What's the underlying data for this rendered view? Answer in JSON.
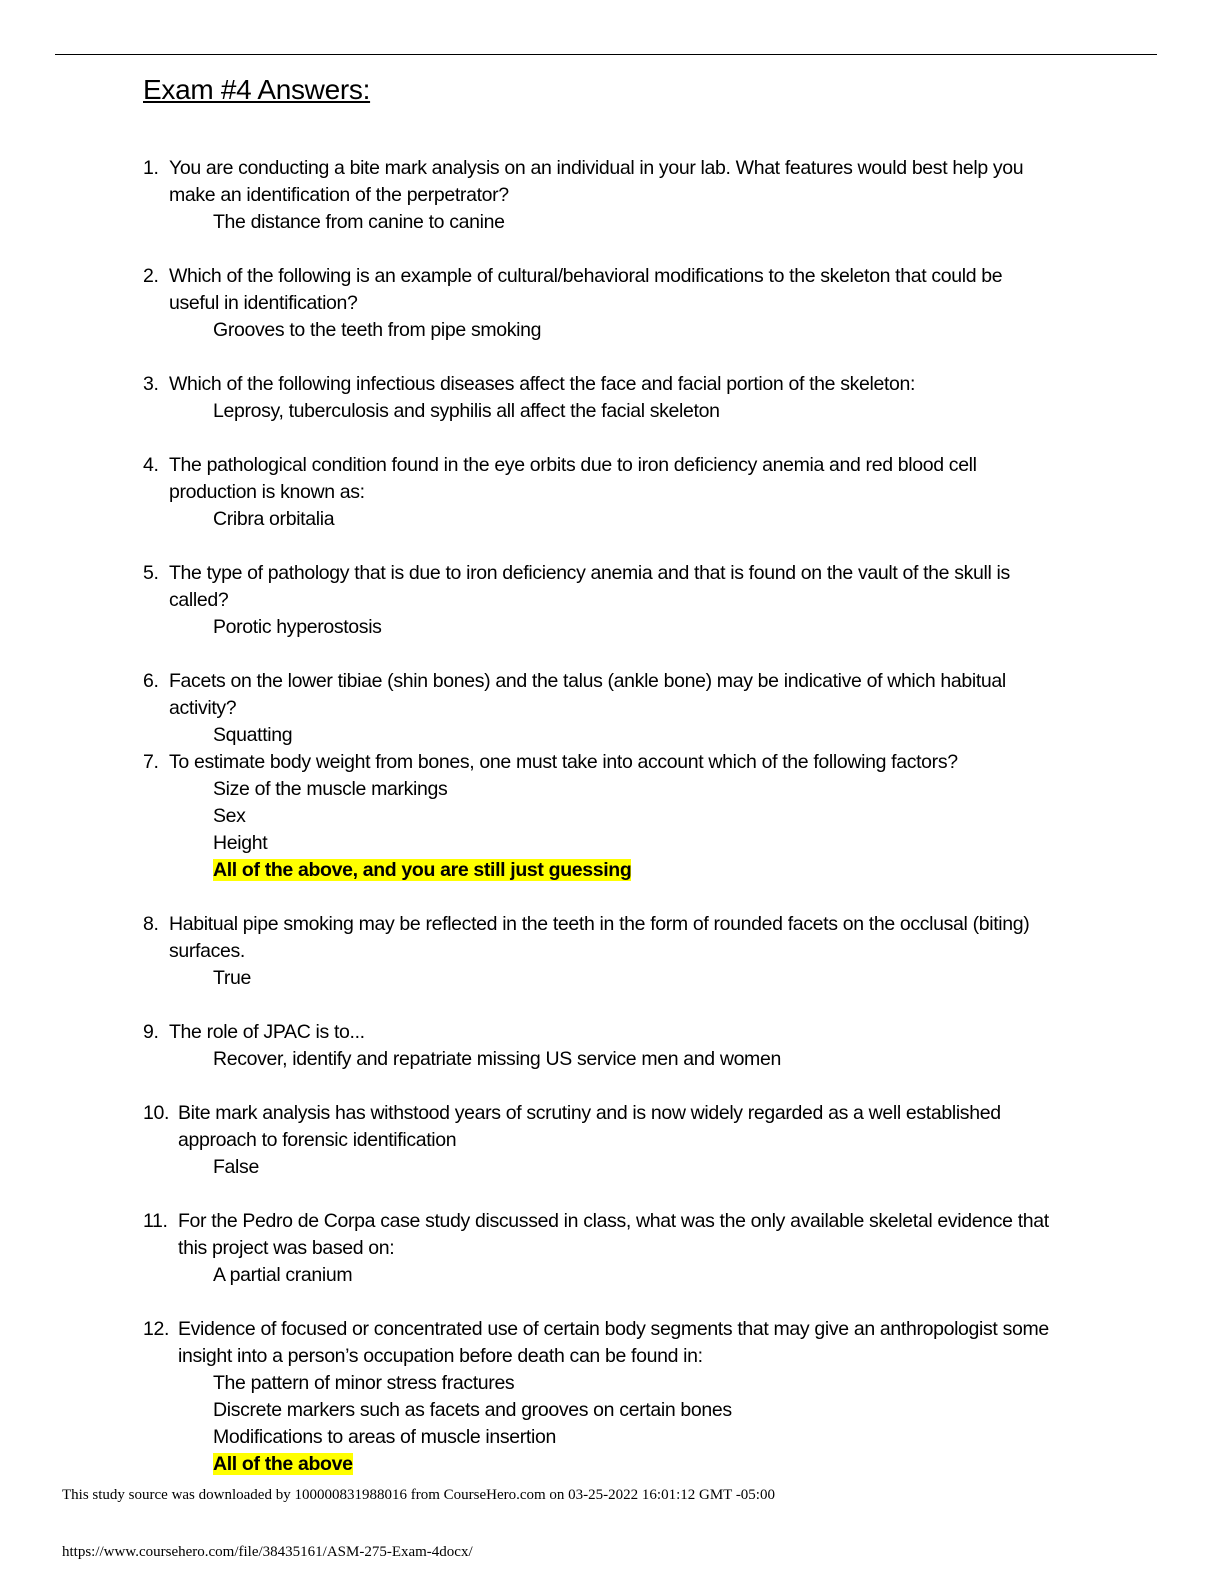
{
  "title": "Exam #4 Answers:",
  "questions": [
    {
      "num": "1.",
      "lines": [
        "You are conducting a bite mark analysis on an individual in your lab. What features would best help you",
        "make an identification of the perpetrator?"
      ],
      "answers": [
        {
          "text": "The distance from canine to canine"
        }
      ]
    },
    {
      "num": "2.",
      "lines": [
        "Which of the following is an example of cultural/behavioral modifications to the skeleton that could be",
        "useful in identification?"
      ],
      "answers": [
        {
          "text": "Grooves to the teeth from pipe smoking"
        }
      ]
    },
    {
      "num": "3.",
      "lines": [
        "Which of the following infectious diseases affect the face and facial portion of the skeleton:"
      ],
      "answers": [
        {
          "text": "Leprosy, tuberculosis and syphilis all affect the facial skeleton"
        }
      ]
    },
    {
      "num": "4.",
      "lines": [
        "The pathological condition found in the eye orbits due to iron deficiency anemia and red blood cell",
        "production is known as:"
      ],
      "answers": [
        {
          "text": "Cribra orbitalia"
        }
      ]
    },
    {
      "num": "5.",
      "lines": [
        "The type of pathology that is due to iron deficiency anemia and that is found on the vault of the skull is",
        "called?"
      ],
      "answers": [
        {
          "text": "Porotic hyperostosis"
        }
      ]
    },
    {
      "num": "6.",
      "lines": [
        "Facets on the lower tibiae (shin bones) and the talus (ankle bone) may be indicative of which habitual",
        "activity?"
      ],
      "answers": [
        {
          "text": "Squatting"
        }
      ]
    },
    {
      "num": "7.",
      "lines": [
        "To estimate body weight from bones, one must take into account which of the following factors?"
      ],
      "answers": [
        {
          "text": "Size of the muscle markings"
        },
        {
          "text": "Sex"
        },
        {
          "text": "Height"
        },
        {
          "text": "All of the above, and you are still just guessing",
          "highlight": true
        }
      ]
    },
    {
      "num": "8.",
      "lines": [
        "Habitual pipe smoking may be reflected in the teeth in the form of rounded facets on the occlusal (biting)",
        "surfaces."
      ],
      "answers": [
        {
          "text": "True"
        }
      ]
    },
    {
      "num": "9.",
      "lines": [
        "The role of JPAC is to..."
      ],
      "answers": [
        {
          "text": "Recover, identify and repatriate missing US service men and women"
        }
      ]
    },
    {
      "num": "10.",
      "lines": [
        "Bite mark analysis has withstood years of scrutiny and is now widely regarded as a well established",
        "approach to forensic identification"
      ],
      "answers": [
        {
          "text": "False"
        }
      ]
    },
    {
      "num": "11.",
      "lines": [
        "For the Pedro de Corpa case study discussed in class, what was the only available skeletal evidence that",
        "this project was based on:"
      ],
      "answers": [
        {
          "text": "A partial cranium"
        }
      ]
    },
    {
      "num": "12.",
      "lines": [
        "Evidence of focused or concentrated use of certain body segments that may give an anthropologist some",
        "insight into a person’s occupation before death can be found in:"
      ],
      "answers": [
        {
          "text": "The pattern of minor stress fractures"
        },
        {
          "text": "Discrete markers such as facets and grooves on certain bones"
        },
        {
          "text": "Modifications to areas of muscle insertion"
        },
        {
          "text": "All of the above",
          "highlight": true
        }
      ]
    }
  ],
  "footer": {
    "download_note": "This study source was downloaded by 100000831988016 from CourseHero.com on 03-25-2022 16:01:12 GMT -05:00",
    "url": "https://www.coursehero.com/file/38435161/ASM-275-Exam-4docx/"
  }
}
